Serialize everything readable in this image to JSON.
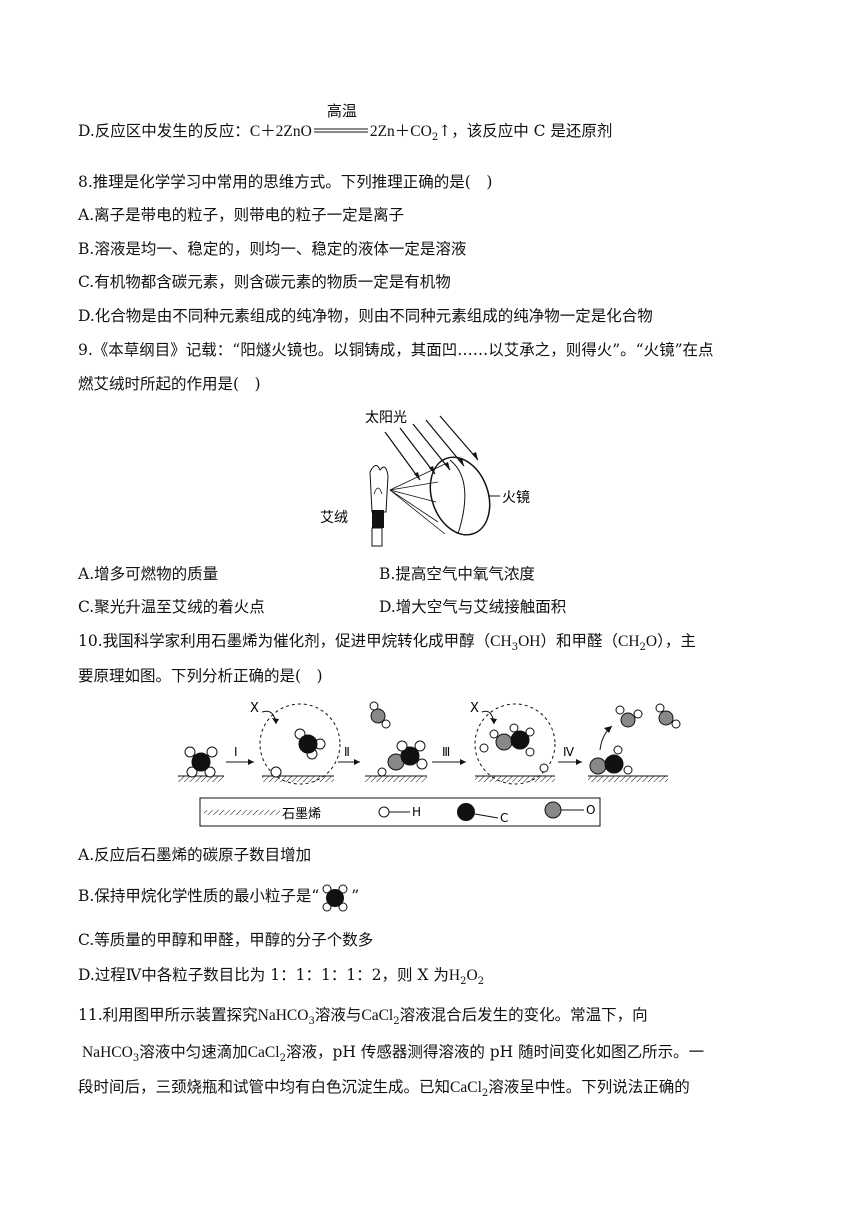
{
  "q7": {
    "d_prefix": "D.反应区中发生的反应：",
    "eq_left": "C＋2ZnO",
    "eq_cond": "高温",
    "eq_right": "2Zn＋CO",
    "eq_sub": "2",
    "eq_arrow": "↑",
    "d_suffix": "，该反应中 C 是还原剂"
  },
  "q8": {
    "stem": "8.推理是化学学习中常用的思维方式。下列推理正确的是(　)",
    "a": "A.离子是带电的粒子，则带电的粒子一定是离子",
    "b": "B.溶液是均一、稳定的，则均一、稳定的液体一定是溶液",
    "c": "C.有机物都含碳元素，则含碳元素的物质一定是有机物",
    "d": "D.化合物是由不同种元素组成的纯净物，则由不同种元素组成的纯净物一定是化合物"
  },
  "q9": {
    "stem1": "9.《本草纲目》记载：“阳燧火镜也。以铜铸成，其面凹……以艾承之，则得火”。“火镜”在点",
    "stem2": "燃艾绒时所起的作用是(　)",
    "fig_sun": "太阳光",
    "fig_mugwort": "艾绒",
    "fig_mirror": "火镜",
    "a": "A.增多可燃物的质量",
    "b": "B.提高空气中氧气浓度",
    "c": "C.聚光升温至艾绒的着火点",
    "d": "D.增大空气与艾绒接触面积"
  },
  "q10": {
    "stem1_a": "10.我国科学家利用石墨烯为催化剂，促进甲烷转化成甲醇（",
    "methanol_a": "CH",
    "methanol_sub": "3",
    "methanol_b": "OH",
    "stem1_b": "）和甲醛（",
    "formaldehyde_a": "CH",
    "formaldehyde_sub": "2",
    "formaldehyde_b": "O",
    "stem1_c": "），主",
    "stem2": "要原理如图。下列分析正确的是(　)",
    "fig_steps": [
      "Ⅰ",
      "Ⅱ",
      "Ⅲ",
      "Ⅳ"
    ],
    "fig_x": "X",
    "legend_graphene": "石墨烯",
    "legend_h": "H",
    "legend_c": "C",
    "legend_o": "O",
    "a": "A.反应后石墨烯的碳原子数目增加",
    "b_prefix": "B.保持甲烷化学性质的最小粒子是“",
    "b_suffix": "”",
    "c": "C.等质量的甲醇和甲醛，甲醇的分子个数多",
    "d_prefix": "D.过程Ⅳ中各粒子数目比为 1：1：1：1：2，则 X 为",
    "d_h": "H",
    "d_h_sub": "2",
    "d_o": "O",
    "d_o_sub": "2"
  },
  "q11": {
    "l1_a": "11.利用图甲所示装置探究",
    "nahco3": "NaHCO",
    "nahco3_sub": "3",
    "l1_b": "溶液与",
    "cacl2": "CaCl",
    "cacl2_sub": "2",
    "l1_c": "溶液混合后发生的变化。常温下，向",
    "l2_b": "溶液中匀速滴加",
    "l2_c": "溶液，pH 传感器测得溶液的 pH 随时间变化如图乙所示。一",
    "l3_a": "段时间后，三颈烧瓶和试管中均有白色沉淀生成。已知",
    "l3_b": "溶液呈中性。下列说法正确的"
  }
}
